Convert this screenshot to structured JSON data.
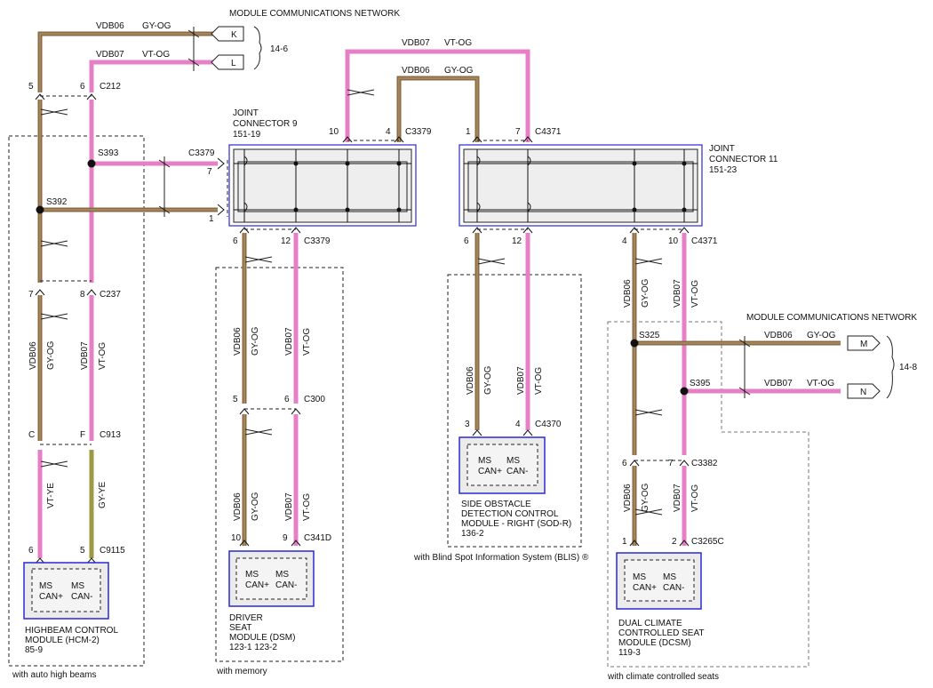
{
  "colors": {
    "vdb06": "#8a6b46",
    "vdb07": "#e77fc7",
    "gyye": "#9c9a45",
    "module_border": "#2a2ad0"
  },
  "network_top": {
    "title": "MODULE COMMUNICATIONS NETWORK",
    "ref": "14-6",
    "w1_circuit": "VDB06",
    "w1_color": "GY-OG",
    "w1_pin": "K",
    "w2_circuit": "VDB07",
    "w2_color": "VT-OG",
    "w2_pin": "L"
  },
  "network_right": {
    "title": "MODULE COMMUNICATIONS NETWORK",
    "ref": "14-8",
    "w1_circuit": "VDB06",
    "w1_color": "GY-OG",
    "w1_pin": "M",
    "w2_circuit": "VDB07",
    "w2_color": "VT-OG",
    "w2_pin": "N"
  },
  "left": {
    "p5": "5",
    "p6": "6",
    "c212": "C212",
    "s393": "S393",
    "s392": "S392",
    "p7": "7",
    "p8": "8",
    "c237": "C237",
    "w1": "VDB06",
    "w1c": "GY-OG",
    "w2": "VDB07",
    "w2c": "VT-OG",
    "pc": "C",
    "pf": "F",
    "c913": "C913",
    "w3": "VT-YE",
    "w4": "GY-YE",
    "p6b": "6",
    "p5b": "5",
    "c9115": "C9115",
    "ms1": "MS",
    "can1": "CAN+",
    "ms2": "MS",
    "can2": "CAN-",
    "m1": "HIGHBEAM CONTROL",
    "m2": "MODULE (HCM-2)",
    "m3": "85-9",
    "note": "with auto high beams"
  },
  "jc9": {
    "t1": "JOINT",
    "t2": "CONNECTOR 9",
    "t3": "151-19",
    "c3379": "C3379",
    "p7": "7",
    "p1": "1",
    "p10": "10",
    "p4": "4",
    "c3379b": "C3379",
    "p6": "6",
    "p12": "12",
    "c3379c": "C3379"
  },
  "top_mid": {
    "w1": "VDB07",
    "w1c": "VT-OG",
    "w2": "VDB06",
    "w2c": "GY-OG"
  },
  "jc11": {
    "t1": "JOINT",
    "t2": "CONNECTOR 11",
    "t3": "151-23",
    "p1": "1",
    "p7": "7",
    "c4371": "C4371",
    "p6": "6",
    "p12": "12",
    "p4": "4",
    "p10": "10",
    "c4371b": "C4371"
  },
  "dsm": {
    "w1": "VDB06",
    "w1c": "GY-OG",
    "w2": "VDB07",
    "w2c": "VT-OG",
    "p5": "5",
    "p6": "6",
    "c300": "C300",
    "w3": "VDB06",
    "w3c": "GY-OG",
    "w4": "VDB07",
    "w4c": "VT-OG",
    "p10": "10",
    "p9": "9",
    "c341d": "C341D",
    "ms1": "MS",
    "can1": "CAN+",
    "ms2": "MS",
    "can2": "CAN-",
    "m1": "DRIVER",
    "m2": "SEAT",
    "m3": "MODULE (DSM)",
    "m4": "123-1   123-2",
    "note": "with memory"
  },
  "sod": {
    "w1": "VDB06",
    "w1c": "GY-OG",
    "w2": "VDB07",
    "w2c": "VT-OG",
    "p3": "3",
    "p4": "4",
    "c4370": "C4370",
    "ms1": "MS",
    "can1": "CAN+",
    "ms2": "MS",
    "can2": "CAN-",
    "m1": "SIDE OBSTACLE",
    "m2": "DETECTION CONTROL",
    "m3": "MODULE - RIGHT (SOD-R)",
    "m4": "136-2",
    "note": "with Blind Spot Information System (BLIS) ®"
  },
  "dcsm": {
    "w1": "VDB06",
    "w1c": "GY-OG",
    "w2": "VDB07",
    "w2c": "VT-OG",
    "s325": "S325",
    "s395": "S395",
    "p6": "6",
    "p7": "7",
    "c3382": "C3382",
    "w3": "VDB06",
    "w3c": "GY-OG",
    "w4": "VDB07",
    "w4c": "VT-OG",
    "p1": "1",
    "p2": "2",
    "c3265c": "C3265C",
    "ms1": "MS",
    "can1": "CAN+",
    "ms2": "MS",
    "can2": "CAN-",
    "m1": "DUAL CLIMATE",
    "m2": "CONTROLLED SEAT",
    "m3": "MODULE (DCSM)",
    "m4": "119-3",
    "note": "with climate controlled seats"
  }
}
